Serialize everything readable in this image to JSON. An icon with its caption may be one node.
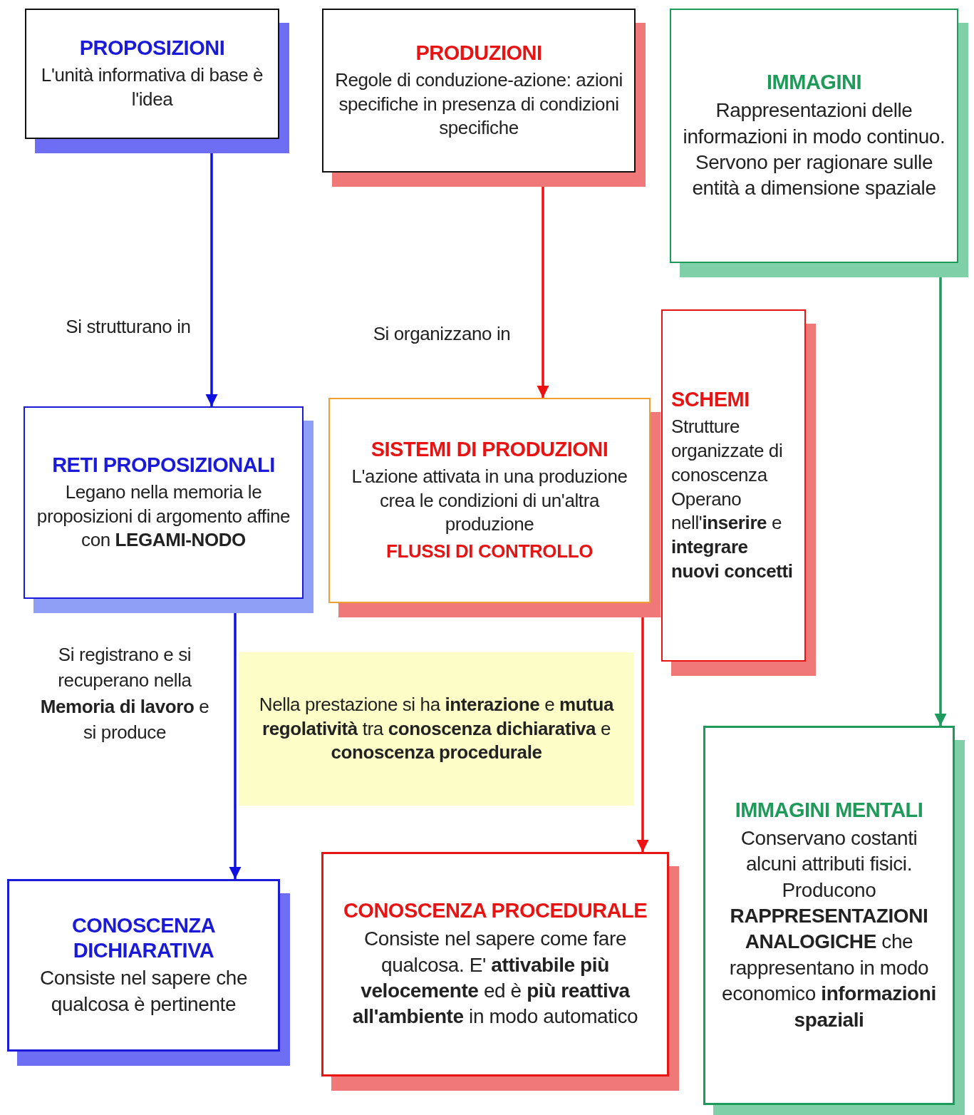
{
  "diagram": {
    "nodes": [
      {
        "text": [
          "PROPOSIZIONI",
          "L'unità informativa di base è l'idea"
        ]
      },
      {
        "text": [
          "PRODUZIONI",
          "Regole di conduzione-azione: azioni specifiche in presenza di condizioni specifiche"
        ]
      },
      {
        "text": [
          "IMMAGINI",
          "Rappresentazioni delle informazioni in modo continuo. Servono per ragionare sulle entità a dimensione spaziale"
        ]
      },
      {
        "text": [
          "RETI PROPOSIZIONALI",
          "Legano nella memoria le proposizioni di argomento affine con **LEGAMI-NODO**"
        ]
      },
      {
        "text": [
          "SISTEMI DI PRODUZIONI",
          "L'azione attivata in una produzione crea le condizioni di un'altra produzione",
          "FLUSSI DI CONTROLLO"
        ]
      },
      {
        "text": [
          "SCHEMI",
          "Strutture organizzate di conoscenza Operano nell'**inserire** e **integrare nuovi concetti**"
        ]
      },
      {
        "text": [
          "Nella prestazione si ha **interazione** e **mutua regolatività** tra **conoscenza dichiarativa** e **conoscenza procedurale**"
        ]
      },
      {
        "text": [
          "IMMAGINI MENTALI",
          "Conservano costanti alcuni attributi fisici. Producono **RAPPRESENTAZIONI ANALOGICHE** che rappresentano in modo economico **informazioni spaziali**"
        ]
      },
      {
        "text": [
          "CONOSCENZA DICHIARATIVA",
          "Consiste nel sapere che qualcosa è pertinente"
        ]
      },
      {
        "text": [
          "CONOSCENZA PROCEDURALE",
          "Consiste nel sapere come fare qualcosa. E' **attivabile più velocemente** ed è **più reattiva all'ambiente** in modo automatico"
        ]
      }
    ],
    "edges": [
      {
        "from": 0,
        "to": 3,
        "arrow": "to",
        "label": "Si strutturano in",
        "color": "#1010e0"
      },
      {
        "from": 1,
        "to": 4,
        "arrow": "to",
        "label": "Si organizzano in",
        "color": "#ee1111"
      },
      {
        "from": 2,
        "to": 7,
        "arrow": "to",
        "color": "#1e9a5e"
      },
      {
        "from": 3,
        "to": 8,
        "arrow": "to",
        "label": "Si registrano e si recuperano nella **Memoria di lavoro** e si produce",
        "color": "#1010e0"
      },
      {
        "from": 4,
        "to": 9,
        "arrow": "to",
        "color": "#ee1111"
      }
    ]
  }
}
